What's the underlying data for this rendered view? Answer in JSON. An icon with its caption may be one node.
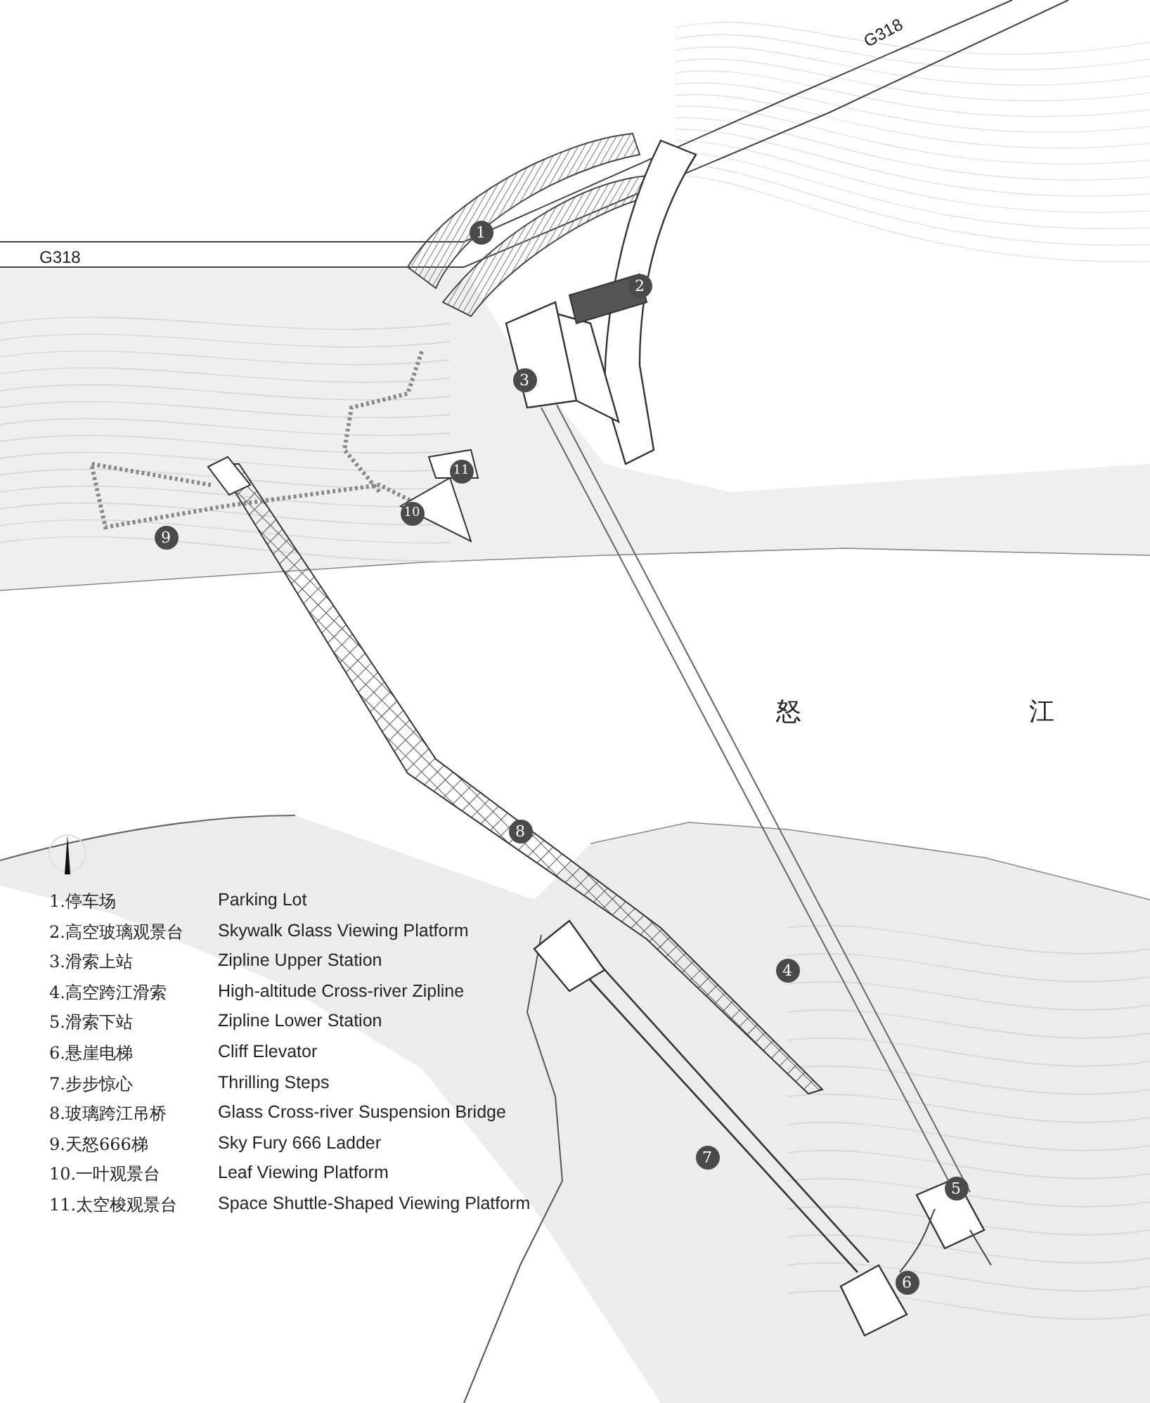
{
  "diagram": {
    "nodes": [
      {
        "text": [
          "1"
        ]
      },
      {
        "text": [
          "2"
        ]
      },
      {
        "text": [
          "3"
        ]
      },
      {
        "text": [
          "11"
        ]
      },
      {
        "text": [
          "10"
        ]
      },
      {
        "text": [
          "9"
        ]
      },
      {
        "text": [
          "8"
        ]
      },
      {
        "text": [
          "4"
        ]
      },
      {
        "text": [
          "7"
        ]
      },
      {
        "text": [
          "5"
        ]
      },
      {
        "text": [
          "6"
        ]
      }
    ],
    "labels": [
      "G318",
      "G318",
      "怒",
      "江",
      "1.停车场",
      "Parking Lot",
      "2.高空玻璃观景台",
      "Skywalk Glass Viewing Platform",
      "3.滑索上站",
      "Zipline Upper Station",
      "4.高空跨江滑索",
      "High-altitude Cross-river Zipline",
      "5.滑索下站",
      "Zipline Lower Station",
      "6.悬崖电梯",
      "Cliff Elevator",
      "7.步步惊心",
      "Thrilling Steps",
      "8.玻璃跨江吊桥",
      "Glass Cross-river Suspension Bridge",
      "9.天怒666梯",
      "Sky Fury 666 Ladder",
      "10.一叶观景台",
      "Leaf Viewing Platform",
      "11.太空梭观景台",
      "Space Shuttle-Shaped Viewing Platform"
    ]
  }
}
